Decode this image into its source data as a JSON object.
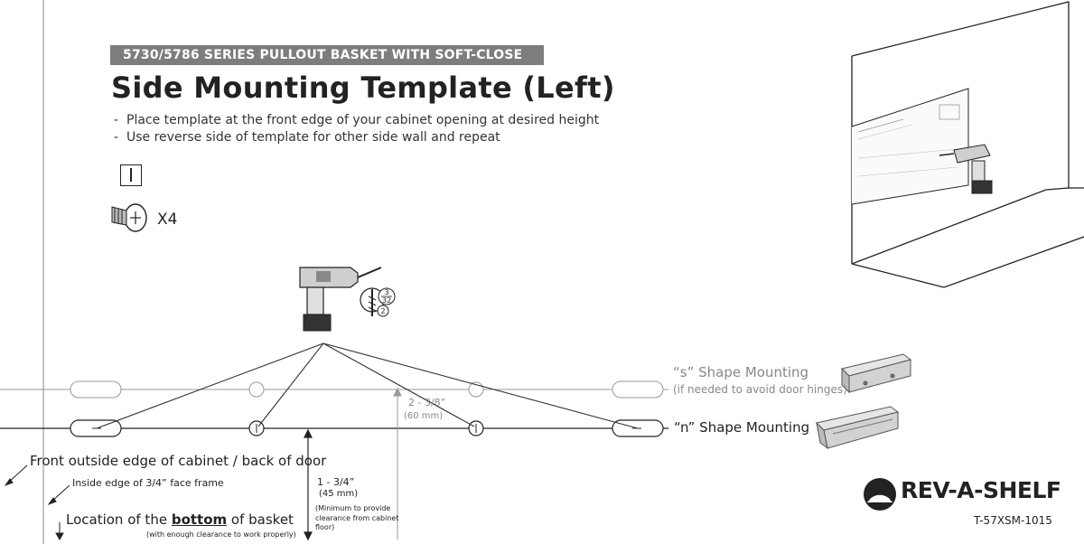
{
  "header": {
    "series": "5730/5786 SERIES PULLOUT BASKET WITH SOFT-CLOSE",
    "title": "Side Mounting Template (Left)"
  },
  "instructions": [
    "Place template at the front edge of your cabinet opening at desired height",
    "Use reverse side of template for other side wall and repeat"
  ],
  "hardware": {
    "screw_qty": "X4"
  },
  "drill_bit": {
    "size_num": "3",
    "size_den": "32",
    "depth": "2"
  },
  "mounting": {
    "s_shape_label": "“s” Shape Mounting",
    "s_shape_note": "(if needed to avoid door hinges)",
    "n_shape_label": "“n” Shape Mounting"
  },
  "dimensions": {
    "spacing_imperial": "2 - 3/8”",
    "spacing_metric": "(60 mm)",
    "clearance_imperial": "1 - 3/4”",
    "clearance_metric": "(45 mm)",
    "clearance_note": "(Minimum to provide clearance from cabinet floor)"
  },
  "guides": {
    "front_edge": "Front outside edge of cabinet / back of door",
    "inside_edge": "Inside edge of 3/4” face frame",
    "bottom_prefix": "Location of the ",
    "bottom_word": "bottom",
    "bottom_suffix": " of basket",
    "bottom_note": "(with enough clearance to work properly)"
  },
  "brand": {
    "logo_text": "REV-A-SHELF",
    "model_number": "T-57XSM-1015"
  },
  "colors": {
    "header_bar": "#7d7d7d",
    "ink": "#222222",
    "muted": "#888888"
  }
}
